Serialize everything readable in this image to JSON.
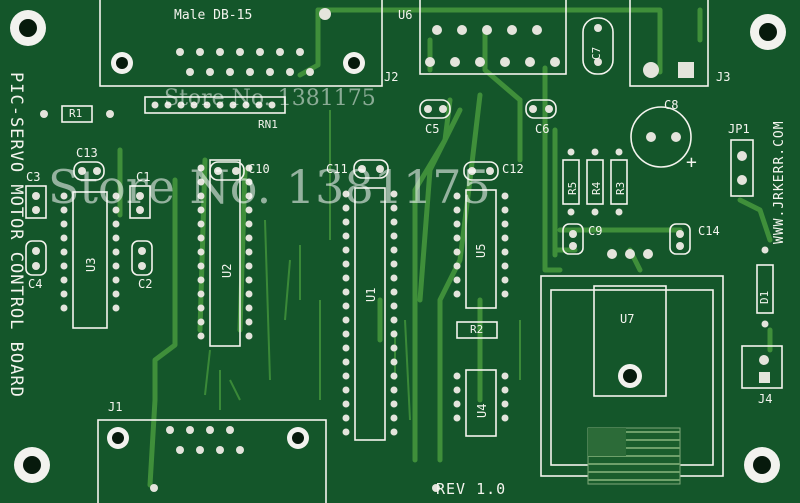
{
  "board": {
    "title_vertical": "PIC-SERVO MOTOR CONTROL BOARD",
    "website_vertical": "WWW.JRKERR.COM",
    "revision": "REV 1.0",
    "connector_top": "Male DB-15"
  },
  "watermark": {
    "small": "Store No. 1381175",
    "large": "Store No. 1381175"
  },
  "labels": {
    "u6": "U6",
    "j2": "J2",
    "j3": "J3",
    "c7": "C7",
    "c8": "C8",
    "rn1": "RN1",
    "r1": "R1",
    "c13": "C13",
    "c10": "C10",
    "c11": "C11",
    "c12": "C12",
    "c5": "C5",
    "c6": "C6",
    "jp1": "JP1",
    "c3": "C3",
    "c1": "C1",
    "c4": "C4",
    "c2": "C2",
    "u3": "U3",
    "u2": "U2",
    "u1": "U1",
    "u5": "U5",
    "r5": "R5",
    "r4": "R4",
    "r3": "R3",
    "c9": "C9",
    "c14": "C14",
    "d1": "D1",
    "u7": "U7",
    "j4": "J4",
    "r2": "R2",
    "u4": "U4",
    "j1": "J1",
    "plus": "+"
  },
  "colors": {
    "board": "#14562a",
    "trace": "#3f8f3a",
    "silkscreen": "#f4f4ee",
    "pad": "#e4e4dc"
  }
}
